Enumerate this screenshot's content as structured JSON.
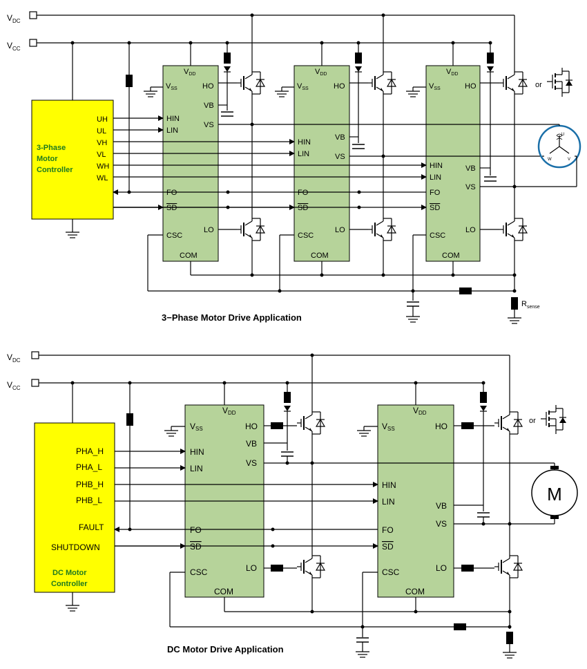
{
  "supply_labels": {
    "vdc": "V",
    "vdc_sub": "DC",
    "vcc": "V",
    "vcc_sub": "CC"
  },
  "ic_pins": {
    "vdd": "V",
    "vdd_sub": "DD",
    "vss": "V",
    "vss_sub": "SS",
    "ho": "HO",
    "vb": "VB",
    "vs": "VS",
    "hin": "HIN",
    "lin": "LIN",
    "fo": "FO",
    "sd": "SD",
    "lo": "LO",
    "csc": "CSC",
    "com": "COM"
  },
  "three_phase": {
    "caption": "3−Phase Motor Drive Application",
    "controller_line1": "3-Phase",
    "controller_line2": "Motor",
    "controller_line3": "Controller",
    "signals": [
      "UH",
      "UL",
      "VH",
      "VL",
      "WH",
      "WL"
    ],
    "rsense": "R",
    "rsense_sub": "sense",
    "or_label": "or",
    "motor_terminals": [
      "U",
      "W",
      "V"
    ]
  },
  "dc_motor": {
    "caption": "DC Motor Drive Application",
    "controller_line1": "DC Motor",
    "controller_line2": "Controller",
    "signals": [
      "PHA_H",
      "PHA_L",
      "PHB_H",
      "PHB_L",
      "FAULT",
      "SHUTDOWN"
    ],
    "motor": "M",
    "or_label": "or"
  }
}
